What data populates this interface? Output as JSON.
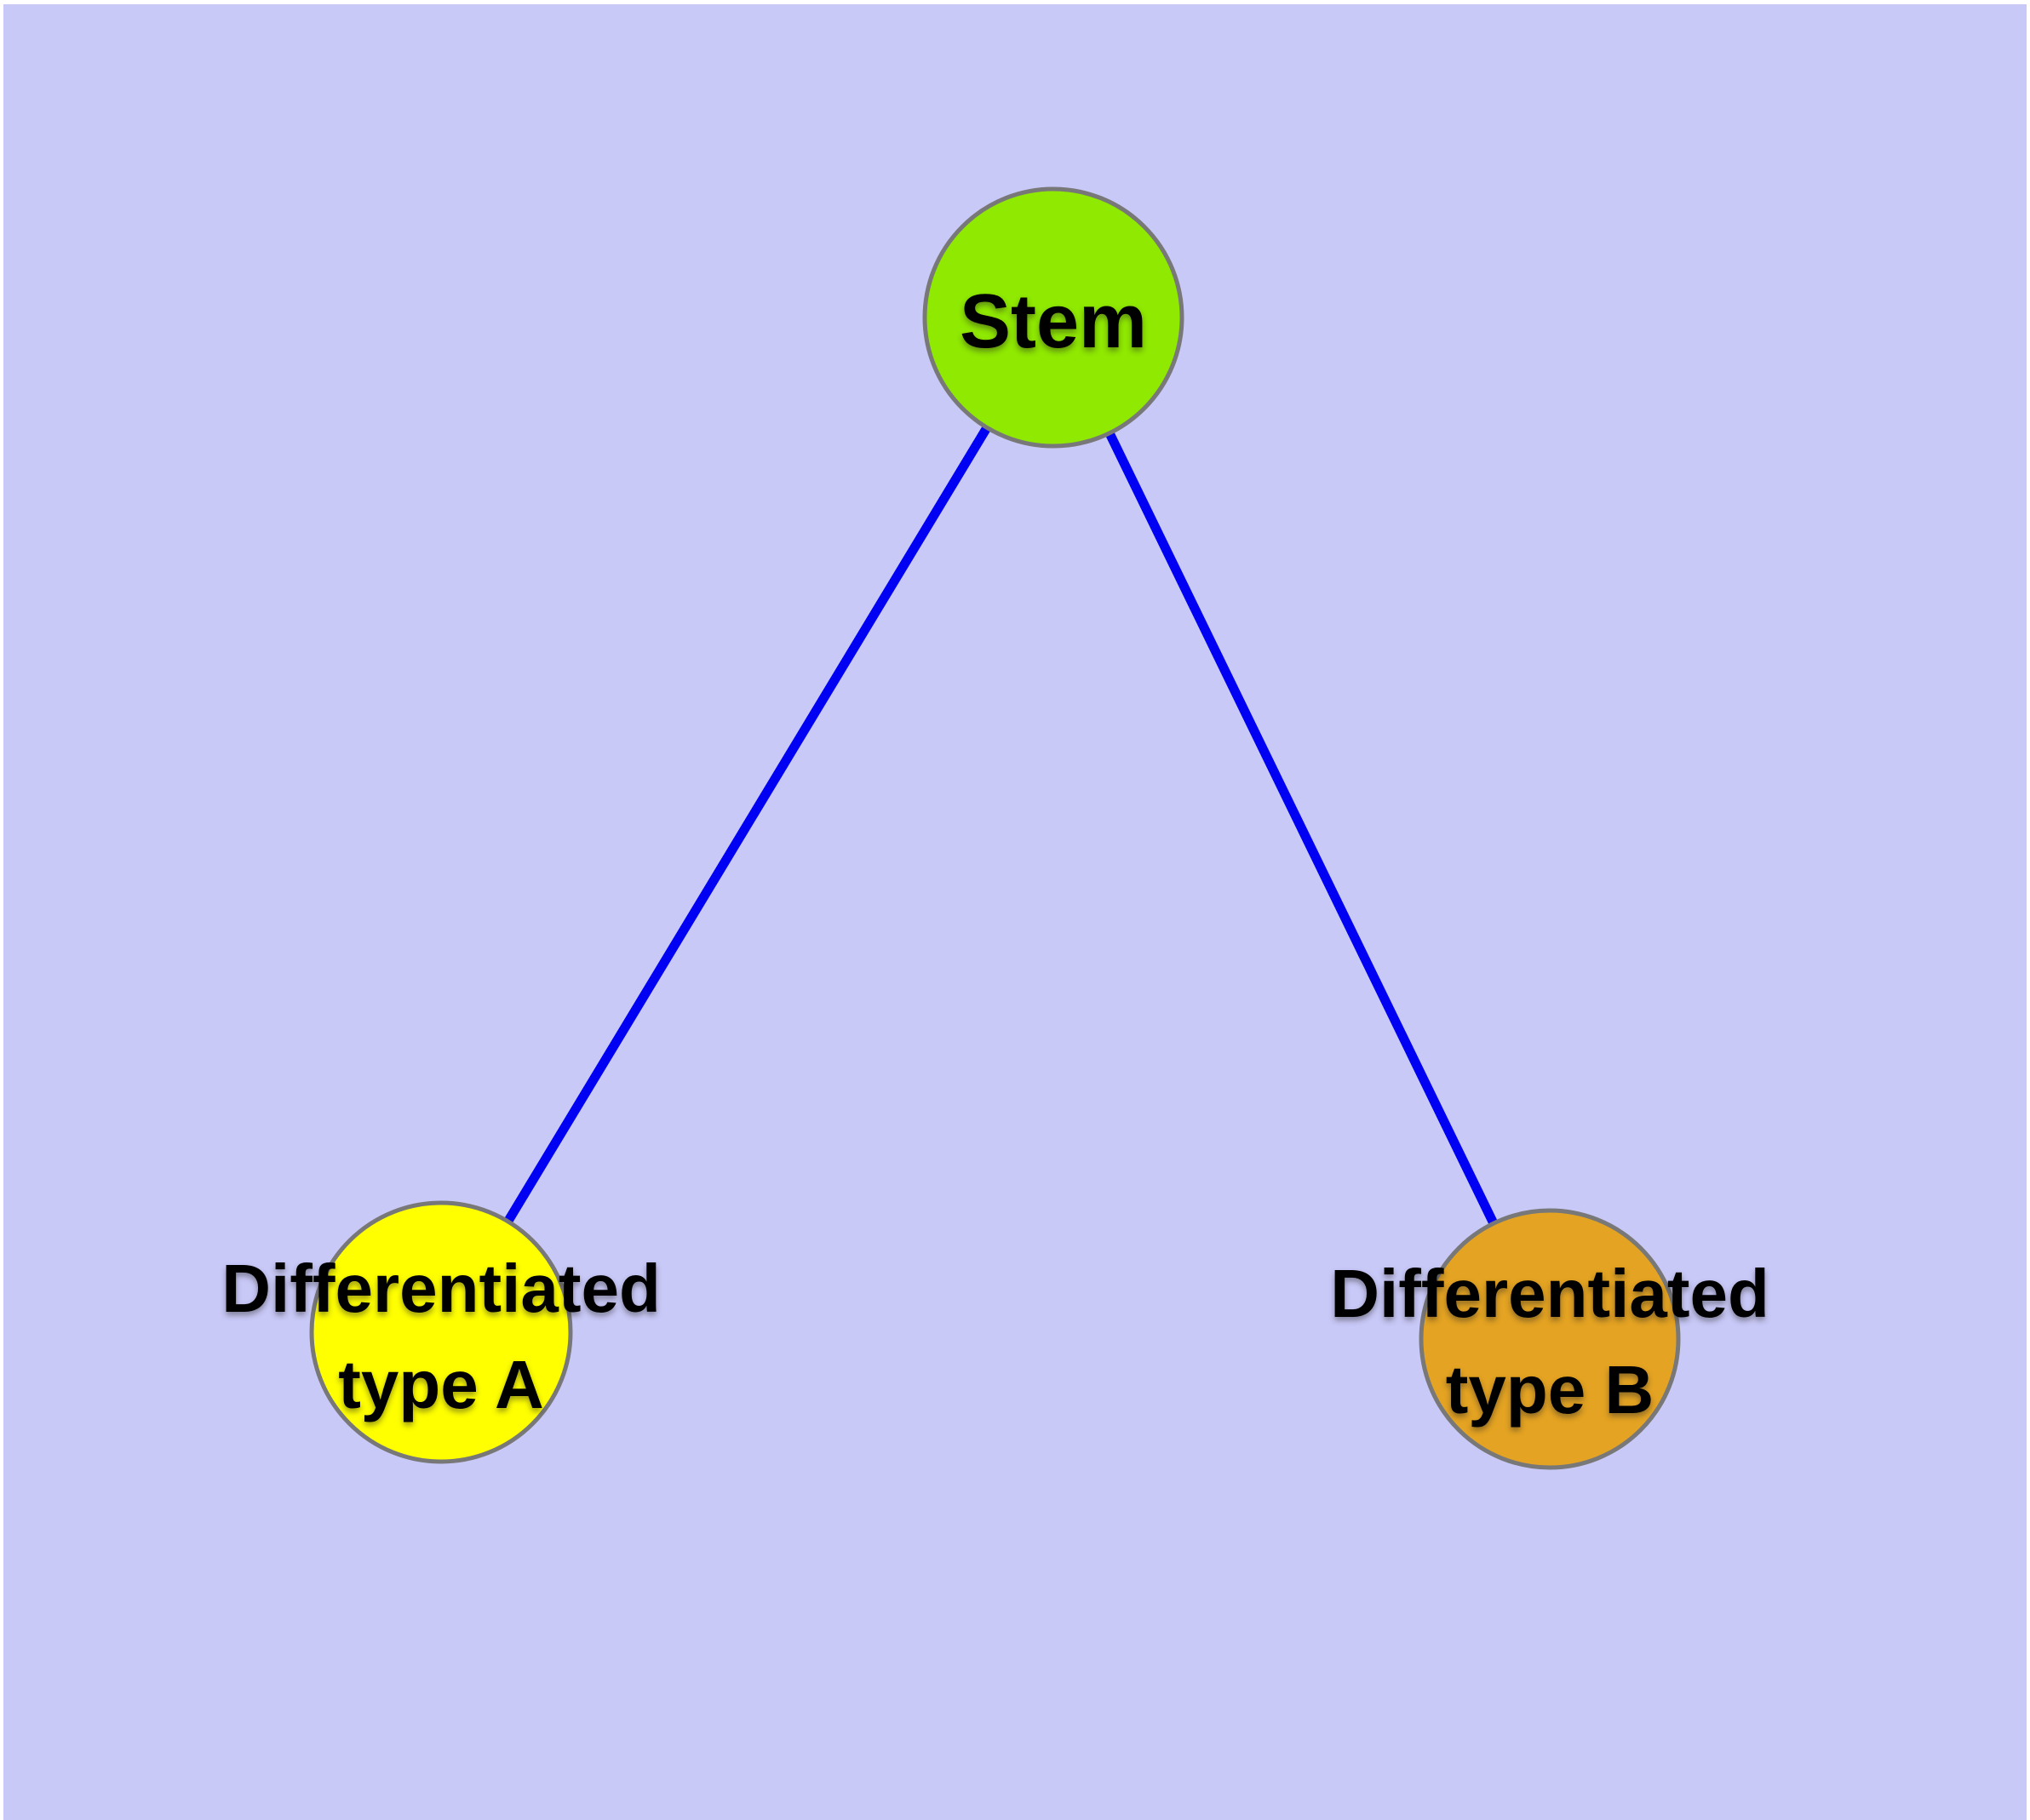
{
  "diagram": {
    "page_background_color": "#ffffff",
    "canvas_color": "#c9c9f8",
    "edge_color": "#0000f2",
    "node_border_color": "#787878",
    "nodes": [
      {
        "id": "stem",
        "label": "Stem",
        "fill_color": "#8fe900"
      },
      {
        "id": "type-a",
        "label": "Differentiated\ntype A",
        "fill_color": "#ffff00"
      },
      {
        "id": "type-b",
        "label": "Differentiated\ntype B",
        "fill_color": "#e4a322"
      }
    ],
    "edges": [
      {
        "from": "stem",
        "to": "type-a"
      },
      {
        "from": "stem",
        "to": "type-b"
      }
    ]
  }
}
